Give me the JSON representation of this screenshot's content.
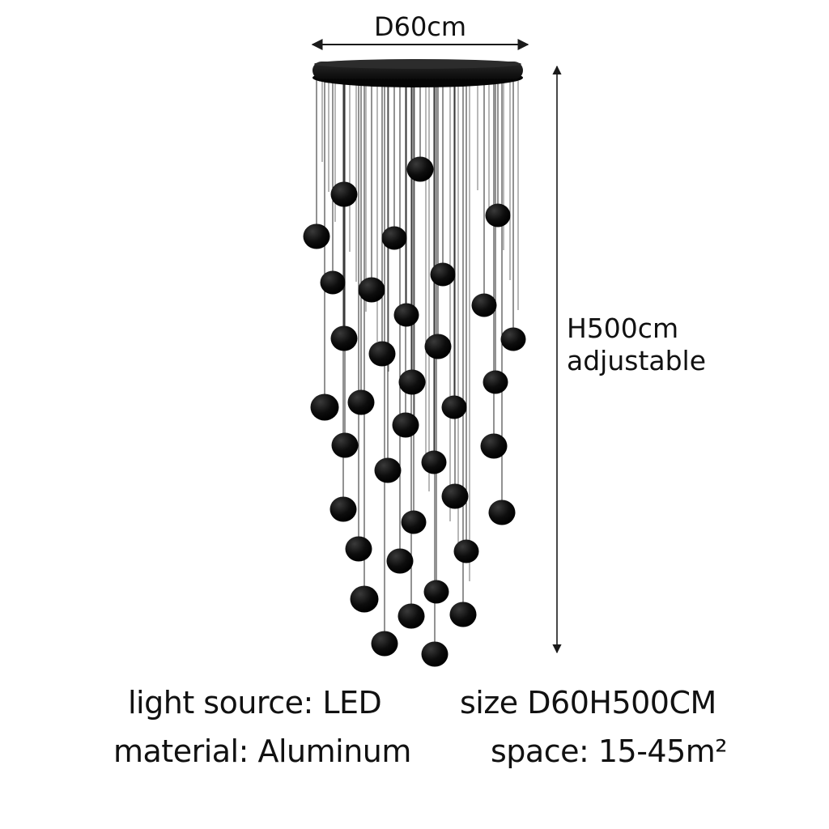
{
  "dimensions": {
    "diameter_label": "D60cm",
    "height_label": "H500cm",
    "height_note": "adjustable"
  },
  "specs": {
    "light_source": "light source: LED",
    "size": "size D60H500CM",
    "material": "material: Aluminum",
    "space": "space: 15-45m²"
  },
  "colors": {
    "canopy": "#161616",
    "pendant": "#0d0d0d",
    "cord": "#3a3a3a",
    "dimension_line": "#1a1a1a"
  }
}
